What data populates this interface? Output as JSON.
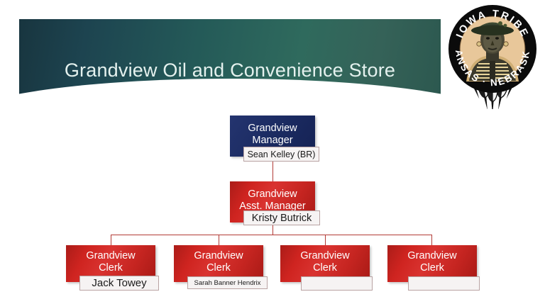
{
  "slide": {
    "title": "Grandview Oil and Convenience Store",
    "background_color": "#FFFFFF",
    "banner": {
      "gradient_from": "#18353F",
      "gradient_to": "#2C584F",
      "title_color": "#E4F1EE"
    }
  },
  "logo": {
    "name": "iowa-tribe-seal",
    "top_text": "IOWA TRIBE",
    "bottom_text": "KANSAS · NEBRASKA",
    "ring_color": "#0B0B0B",
    "field_color": "#E8C79A",
    "feather_count": 5
  },
  "org_chart": {
    "type": "org-chart",
    "manager": {
      "title": "Grandview\nManager",
      "name": "Sean Kelley (BR)",
      "box_color": "#1C2C63",
      "level": 1
    },
    "assistant_manager": {
      "title": "Grandview\nAsst. Manager",
      "name": "Kristy Butrick",
      "box_color": "#CF2420",
      "level": 2
    },
    "clerks": [
      {
        "title": "Grandview\nClerk",
        "name": "Jack Towey",
        "box_color": "#CF2420",
        "level": 3
      },
      {
        "title": "Grandview\nClerk",
        "name": "Sarah Banner Hendrix",
        "box_color": "#CF2420",
        "level": 3
      },
      {
        "title": "Grandview\nClerk",
        "name": "",
        "box_color": "#CF2420",
        "level": 3
      },
      {
        "title": "Grandview\nClerk",
        "name": "",
        "box_color": "#CF2420",
        "level": 3
      }
    ],
    "connector_color": "#B23B36"
  }
}
